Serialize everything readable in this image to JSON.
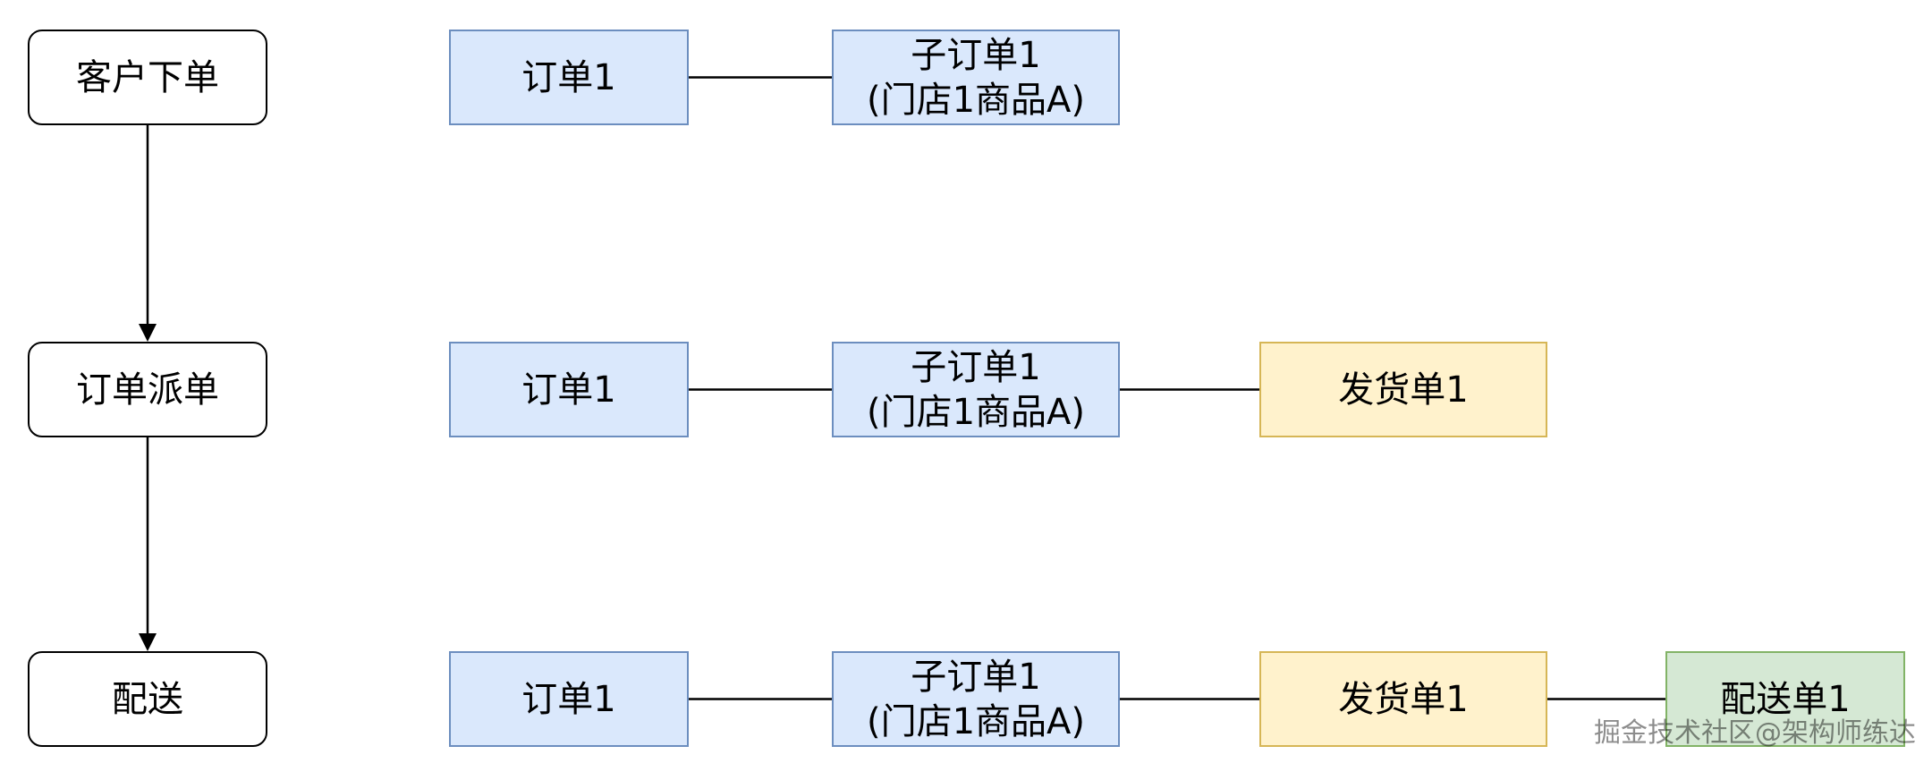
{
  "colors": {
    "order_fill": "#dae8fc",
    "order_border": "#6c8ebf",
    "shipment_fill": "#fff2cc",
    "shipment_border": "#d6b656",
    "delivery_fill": "#d5e8d4",
    "delivery_border": "#82b366",
    "step_border": "#000000"
  },
  "steps": [
    {
      "label": "客户下单"
    },
    {
      "label": "订单派单"
    },
    {
      "label": "配送"
    }
  ],
  "rows": [
    {
      "order": "订单1",
      "suborder": "子订单1\n(门店1商品A)"
    },
    {
      "order": "订单1",
      "suborder": "子订单1\n(门店1商品A)",
      "shipment": "发货单1"
    },
    {
      "order": "订单1",
      "suborder": "子订单1\n(门店1商品A)",
      "shipment": "发货单1",
      "delivery": "配送单1"
    }
  ],
  "watermark": "掘金技术社区@架构师练达"
}
